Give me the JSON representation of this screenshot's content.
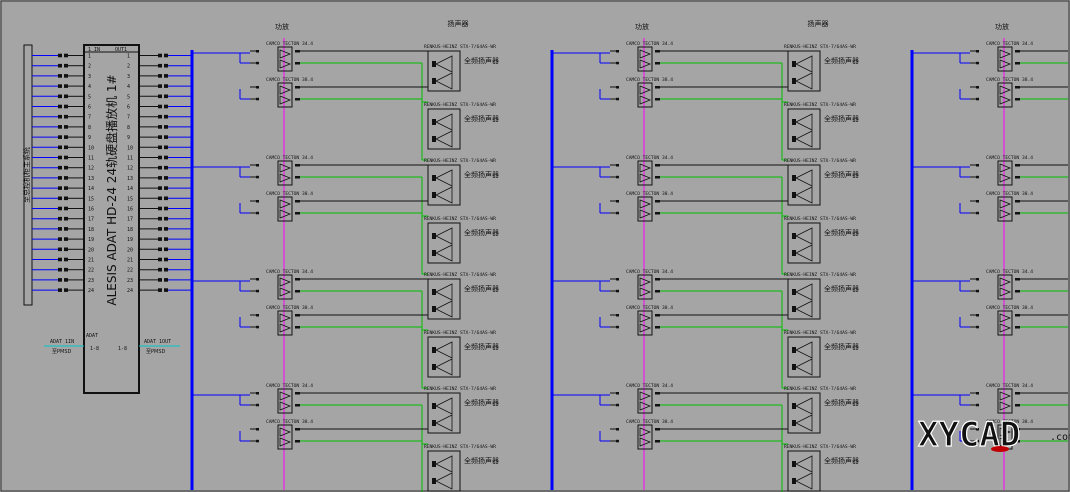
{
  "colors": {
    "background": "#a5a5a5",
    "line_black": "#111111",
    "bus_blue": "#0000ff",
    "signal_green": "#00c000",
    "guide_magenta": "#ff00ff",
    "cyan_bus": "#00c8c8",
    "logo_red": "#c00000"
  },
  "recorder": {
    "title": "ALESIS ADAT HD-24 24轨硬盘播放机 1#",
    "in_label": "1 IN",
    "out_label": "OUT1",
    "channels": [
      "1",
      "2",
      "3",
      "4",
      "5",
      "6",
      "7",
      "8",
      "9",
      "10",
      "11",
      "12",
      "13",
      "14",
      "15",
      "16",
      "17",
      "18",
      "19",
      "20",
      "21",
      "22",
      "23",
      "24"
    ],
    "adat_label": "ADAT",
    "range_in": "1-8",
    "range_out": "1-8",
    "adat_in_label": "ADAT 1IN",
    "adat_out_label": "ADAT 1OUT",
    "adat_in_note": "至PMSD",
    "adat_out_note": "至PMSD"
  },
  "left_strip_label": "至总控机柜主系统",
  "columns": [
    {
      "amp_header": "功放",
      "spk_header": "扬声器"
    },
    {
      "amp_header": "功放",
      "spk_header": "扬声器"
    },
    {
      "amp_header": "功放",
      "spk_header": ""
    }
  ],
  "amp_labels": [
    "CAMCO TECTON 34.4",
    "CAMCO TECTON 38.4"
  ],
  "speaker_model": "RENKUS-HEINZ STX-7/64AS-WR",
  "speaker_type": "全频扬声器",
  "watermark": {
    "brand": "XYCAD",
    "suffix": ".com"
  }
}
